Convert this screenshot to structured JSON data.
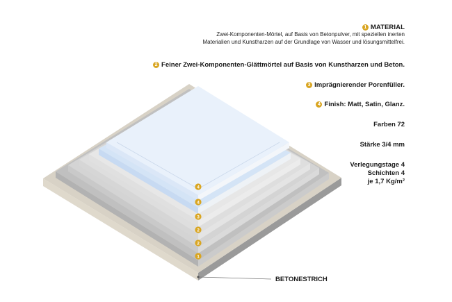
{
  "descriptions": {
    "material": {
      "number": "1",
      "title": "MATERIAL",
      "line1": "Zwei-Komponenten-Mörtel, auf Basis von Betonpulver, mit speziellen inerten",
      "line2": "Materialien und Kunstharzen auf der Grundlage von Wasser und lösungsmittelfrei."
    },
    "item2": {
      "number": "2",
      "text": "Feiner Zwei-Komponenten-Glättmörtel auf Basis von Kunstharzen und Beton."
    },
    "item3": {
      "number": "3",
      "text": "Imprägnierender Porenfüller."
    },
    "item4": {
      "number": "4",
      "text": "Finish: Matt, Satin, Glanz."
    },
    "colors": "Farben 72",
    "thickness": "Stärke 3/4 mm",
    "install_days": "Verlegungstage 4",
    "layers_count": "Schichten 4",
    "consumption": "je 1,7 Kg/m²"
  },
  "base_label": "BETONESTRICH",
  "layer_badges": [
    "1",
    "2",
    "2",
    "3",
    "4",
    "4"
  ],
  "colors": {
    "badge": "#d9a520",
    "base_left": "#d8d2c6",
    "base_right": "#a6a6a6",
    "grey_left": "#b8b8b8",
    "grey_right": "#cfcfcf",
    "light_left": "#dcdcdc",
    "light_right": "#e6e6e6",
    "blue_layer": "#cfe0f4",
    "top_surface": "#e8f0fb"
  }
}
